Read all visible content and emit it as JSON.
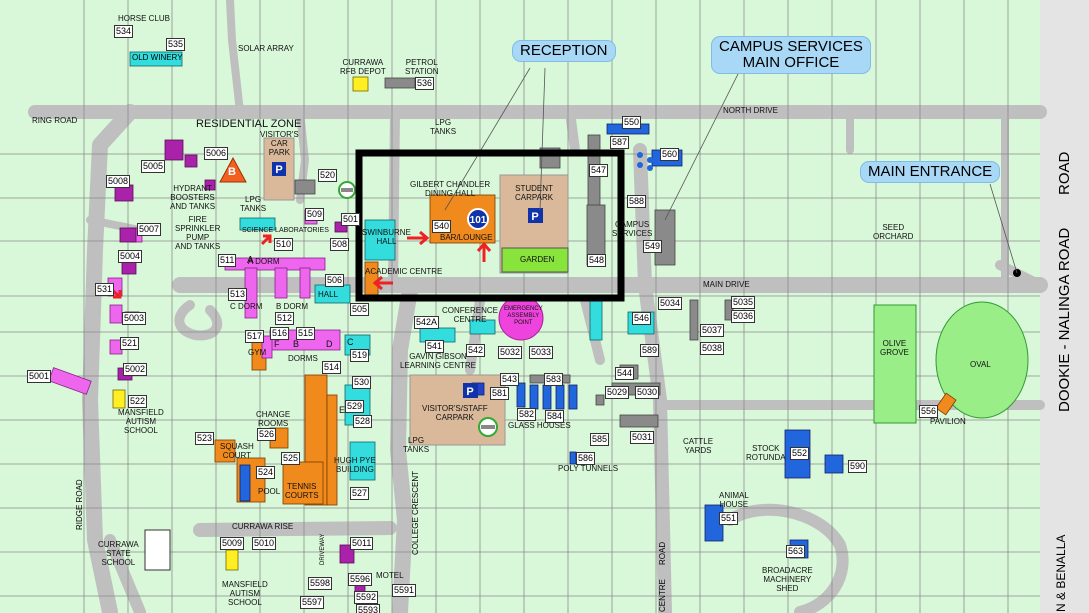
{
  "map": {
    "callouts": {
      "reception": "RECEPTION",
      "campus_services_line1": "CAMPUS SERVICES",
      "campus_services_line2": "MAIN OFFICE",
      "main_entrance": "MAIN ENTRANCE"
    },
    "roads": {
      "north_drive": "NORTH DRIVE",
      "main_drive": "MAIN DRIVE",
      "ring_road": "RING ROAD",
      "ridge_road": "RIDGE ROAD",
      "college_crescent": "COLLEGE CRESCENT",
      "currawa_rise": "CURRAWA RISE",
      "dookie_nalinga_road": "DOOKIE - NALINGA ROAD",
      "benalla": "N & BENALLA",
      "road_bottom": "ROAD",
      "centre_bottom": "CENTRE",
      "driveway": "DRIVEWAY"
    },
    "labels": {
      "horse_club": "HORSE CLUB",
      "old_winery": "OLD WINERY",
      "solar_array": "SOLAR ARRAY",
      "currawa_rfb_depot_1": "CURRAWA",
      "currawa_rfb_depot_2": "RFB DEPOT",
      "petrol_station_1": "PETROL",
      "petrol_station_2": "STATION",
      "residential_zone": "RESIDENTIAL ZONE",
      "visitors_car_park_1": "VISITOR'S",
      "visitors_car_park_2": "CAR",
      "visitors_car_park_3": "PARK",
      "hydrant_1": "HYDRANT",
      "hydrant_2": "BOOSTERS",
      "hydrant_3": "AND TANKS",
      "lpg_tanks_1": "LPG",
      "lpg_tanks_2": "TANKS",
      "fire_pump_1": "FIRE",
      "fire_pump_2": "SPRINKLER",
      "fire_pump_3": "PUMP",
      "fire_pump_4": "AND TANKS",
      "science_labs": "SCIENCE LABORATORIES",
      "a_dorm": "A DORM",
      "b_dorm": "B DORM",
      "c_dorm": "C DORM",
      "dorms": "DORMS",
      "gym": "GYM",
      "hall": "HALL",
      "swinburne_hall_1": "SWINBURNE",
      "swinburne_hall_2": "HALL",
      "academic_centre": "ACADEMIC CENTRE",
      "gilbert_chandler_1": "GILBERT CHANDLER",
      "gilbert_chandler_2": "DINING HALL",
      "bar_lounge": "BAR/LOUNGE",
      "student_carpark_1": "STUDENT",
      "student_carpark_2": "CARPARK",
      "garden": "GARDEN",
      "lpg_tanks_top_1": "LPG",
      "lpg_tanks_top_2": "TANKS",
      "campus_services_1": "CAMPUS",
      "campus_services_2": "SERVICES",
      "seed_orchard_1": "SEED",
      "seed_orchard_2": "ORCHARD",
      "conference_centre_1": "CONFERENCE",
      "conference_centre_2": "CENTRE",
      "emergency_1": "EMERGENCY",
      "emergency_2": "ASSEMBLY",
      "emergency_3": "POINT",
      "gavin_gibson_1": "GAVIN GIBSON",
      "gavin_gibson_2": "LEARNING CENTRE",
      "visitor_staff_1": "VISITOR'S/STAFF",
      "visitor_staff_2": "CARPARK",
      "lpg_tanks_mid_1": "LPG",
      "lpg_tanks_mid_2": "TANKS",
      "glass_houses": "GLASS HOUSES",
      "poly_tunnels": "POLY TUNNELS",
      "mansfield_autism_1": "MANSFIELD",
      "mansfield_autism_2": "AUTISM",
      "mansfield_autism_3": "SCHOOL",
      "change_rooms_1": "CHANGE",
      "change_rooms_2": "ROOMS",
      "squash_court_1": "SQUASH",
      "squash_court_2": "COURT",
      "pool": "POOL",
      "tennis_courts_1": "TENNIS",
      "tennis_courts_2": "COURTS",
      "hugh_pye_1": "HUGH PYE",
      "hugh_pye_2": "BUILDING",
      "cattle_yards_1": "CATTLE",
      "cattle_yards_2": "YARDS",
      "stock_rotunda_1": "STOCK",
      "stock_rotunda_2": "ROTUNDA",
      "animal_house_1": "ANIMAL",
      "animal_house_2": "HOUSE",
      "broadacre_1": "BROADACRE",
      "broadacre_2": "MACHINERY",
      "broadacre_3": "SHED",
      "olive_grove_1": "OLIVE",
      "olive_grove_2": "GROVE",
      "oval": "OVAL",
      "pavilion": "PAVILION",
      "currawa_state_1": "CURRAWA",
      "currawa_state_2": "STATE",
      "currawa_state_3": "SCHOOL",
      "mansfield_bottom_1": "MANSFIELD",
      "mansfield_bottom_2": "AUTISM",
      "mansfield_bottom_3": "SCHOOL",
      "motel": "MOTEL",
      "letter_a": "A",
      "letter_b": "B",
      "letter_c": "C",
      "letter_d": "D",
      "letter_e": "E",
      "letter_f": "F",
      "badge_b": "B",
      "bldg_501": "501"
    },
    "buildings": {
      "b534": "534",
      "b535": "535",
      "b536": "536",
      "b5006": "5006",
      "b5005": "5005",
      "b5008": "5008",
      "b520": "520",
      "b509": "509",
      "b510": "510",
      "b511": "511",
      "b508": "508",
      "b506": "506",
      "b513": "513",
      "b512": "512",
      "b505": "505",
      "b5007": "5007",
      "b5004": "5004",
      "b531": "531",
      "b5003": "5003",
      "b521": "521",
      "b5002": "5002",
      "b522": "522",
      "b5001": "5001",
      "b517": "517",
      "b516": "516",
      "b515": "515",
      "b514": "514",
      "b519": "519",
      "b530": "530",
      "b529": "529",
      "b528": "528",
      "b527": "527",
      "b526": "526",
      "b523": "523",
      "b525": "525",
      "b524": "524",
      "b540": "540",
      "b550": "550",
      "b587": "587",
      "b560": "560",
      "b547": "547",
      "b588": "588",
      "b549": "549",
      "b548": "548",
      "b542a": "542A",
      "b541": "541",
      "b542": "542",
      "b5032": "5032",
      "b5033": "5033",
      "b543": "543",
      "b583": "583",
      "b581": "581",
      "b582": "582",
      "b584": "584",
      "b544": "544",
      "b5029": "5029",
      "b5030": "5030",
      "b5031": "5031",
      "b585": "585",
      "b586": "586",
      "b546": "546",
      "b589": "589",
      "b5034": "5034",
      "b5035": "5035",
      "b5036": "5036",
      "b5037": "5037",
      "b5038": "5038",
      "b552": "552",
      "b590": "590",
      "b551": "551",
      "b563": "563",
      "b556": "556",
      "b5009": "5009",
      "b5010": "5010",
      "b5011": "5011",
      "b5598": "5598",
      "b5596": "5596",
      "b5591": "5591",
      "b5592": "5592",
      "b5597": "5597",
      "b5593": "5593"
    },
    "colors": {
      "grass": "#d9f7d9",
      "road": "#bfbfbf",
      "grid": "#7a7a7a",
      "orange": "#f08a1c",
      "magenta": "#ee66ee",
      "purple": "#aa22aa",
      "cyan": "#33dddd",
      "blue": "#2266dd",
      "grey": "#888888",
      "yellow": "#ffee22",
      "highlight_box": "#000000",
      "arrow": "#ee2222",
      "callout": "#a8d8f5"
    },
    "icons": [
      "parking-icon",
      "bar-icon",
      "hazard-b-icon",
      "lpg-tank-icon",
      "entrance-dot-icon",
      "arrow-icon"
    ]
  }
}
